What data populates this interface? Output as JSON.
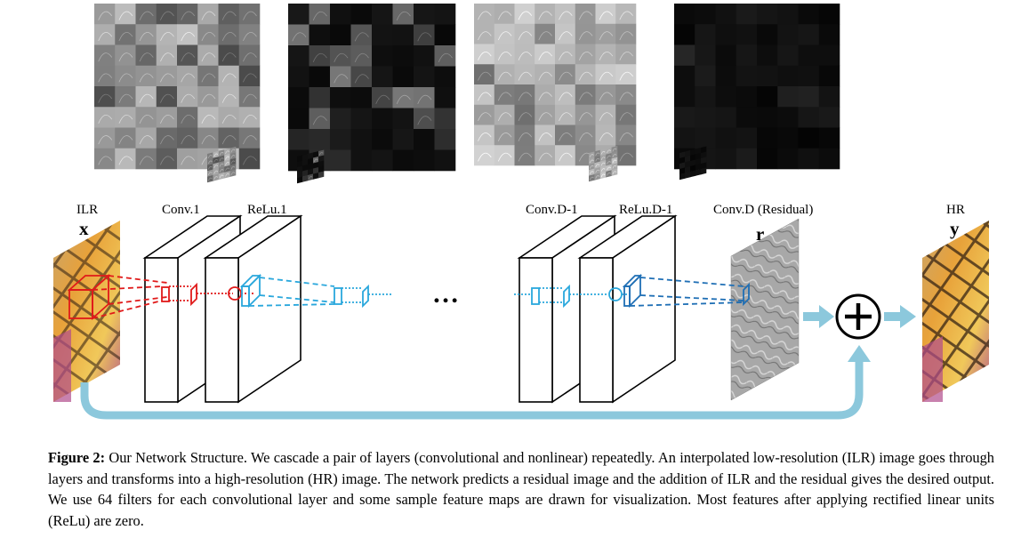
{
  "labels": {
    "ilr": "ILR",
    "x": "x",
    "conv1": "Conv.1",
    "relu1": "ReLu.1",
    "convd1": "Conv.D-1",
    "relud1": "ReLu.D-1",
    "convd": "Conv.D (Residual)",
    "r": "r",
    "hr": "HR",
    "y": "y",
    "ellipsis": "…",
    "plus": "+"
  },
  "caption": {
    "figure_label": "Figure 2:",
    "text": " Our Network Structure. We cascade a pair of layers (convolutional and nonlinear) repeatedly. An interpolated low-resolution (ILR) image goes through layers and transforms into a high-resolution (HR) image. The network predicts a residual image and the addition of ILR and the residual gives the desired output. We use 64 filters for each convolutional layer and some sample feature maps are drawn for visualization. Most features after applying rectified linear units (ReLu) are zero."
  },
  "colors": {
    "red": "#e01a1a",
    "light_blue": "#2aa7dc",
    "dark_blue": "#1f6fb5",
    "arrow": "#8cc8dc"
  },
  "feature_maps": {
    "grid": 8,
    "conv1_tone": "mid-gray",
    "relu1_tone": "mostly-black",
    "convd1_tone": "light-gray",
    "relud1_tone": "near-black"
  }
}
